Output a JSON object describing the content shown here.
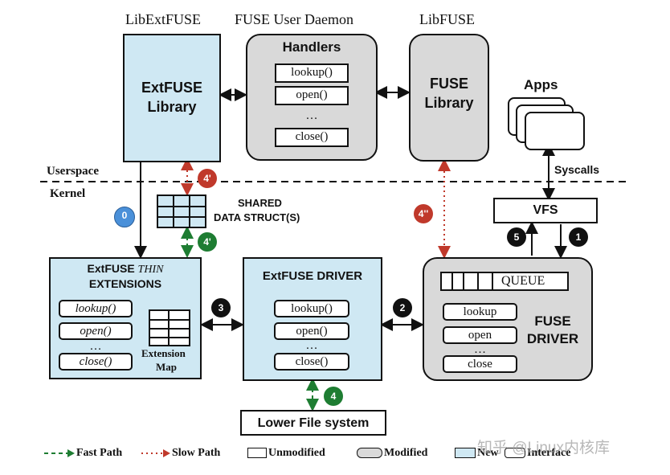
{
  "headers": {
    "libextfuse": "LibExtFUSE",
    "fuse_daemon": "FUSE User Daemon",
    "libfuse": "LibFUSE"
  },
  "extfuse_library": {
    "line1": "ExtFUSE",
    "line2": "Library"
  },
  "handlers": {
    "title": "Handlers",
    "items": [
      "lookup()",
      "open()",
      "…",
      "close()"
    ]
  },
  "fuse_library": {
    "line1": "FUSE",
    "line2": "Library"
  },
  "apps": "Apps",
  "syscalls": "Syscalls",
  "userspace": "Userspace",
  "kernel": "Kernel",
  "vfs": "VFS",
  "shared": {
    "line1": "SHARED",
    "line2": "DATA STRUCT(S)"
  },
  "extensions": {
    "title_prefix": "ExtFUSE ",
    "title_italic": "THIN",
    "title_line2": "EXTENSIONS",
    "items": [
      "lookup()",
      "open()",
      "…",
      "close()"
    ],
    "map_line1": "Extension",
    "map_line2": "Map"
  },
  "driver": {
    "title": "ExtFUSE DRIVER",
    "items": [
      "lookup()",
      "open()",
      "…",
      "close()"
    ]
  },
  "fuse_driver": {
    "queue": "QUEUE",
    "items": [
      "lookup",
      "open",
      "…",
      "close"
    ],
    "line1": "FUSE",
    "line2": "DRIVER"
  },
  "lower_fs": "Lower File system",
  "badges": {
    "b0": "0",
    "b1": "1",
    "b2": "2",
    "b3": "3",
    "b4": "4",
    "b4p": "4'",
    "b4pp": "4''",
    "b5": "5"
  },
  "legend": {
    "fast": "Fast Path",
    "slow": "Slow Path",
    "unmodified": "Unmodified",
    "modified": "Modified",
    "new": "New",
    "interface": "Interface"
  },
  "watermark": "知乎 @Linux内核库",
  "colors": {
    "new": "#cfe8f3",
    "modified": "#d9d9d9",
    "slow": "#c0392b",
    "fast": "#1e7d32",
    "badge0": "#4a90d9"
  }
}
